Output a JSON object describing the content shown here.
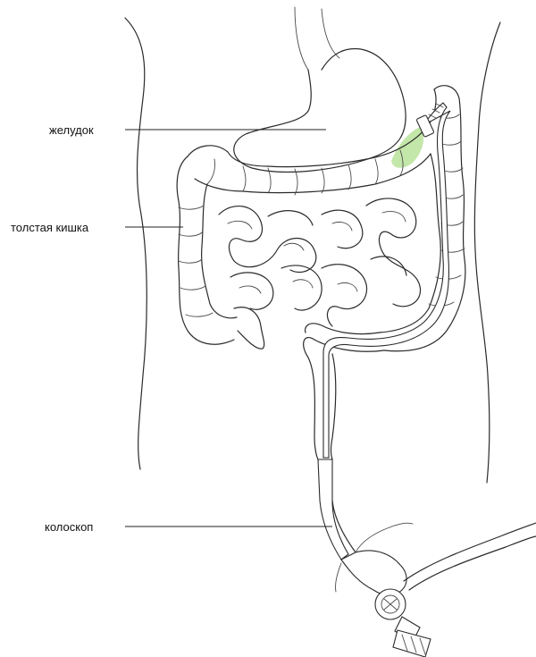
{
  "labels": {
    "stomach": "желудок",
    "colon": "толстая кишка",
    "colonoscope": "колоскоп"
  },
  "colors": {
    "line": "#2a2a2a",
    "highlight": "#b9e29a",
    "background": "#ffffff"
  }
}
